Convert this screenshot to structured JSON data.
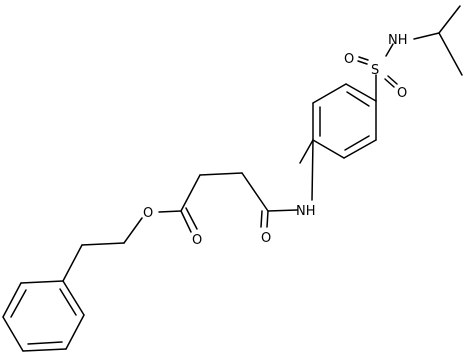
{
  "molecule": {
    "labels": {
      "sulfonamide_n": "NH",
      "sulfur": "S",
      "sulfonyl_o_left": "O",
      "sulfonyl_o_right": "O",
      "amide_n": "NH",
      "amide_o": "O",
      "ester_o_double": "O",
      "ester_o_single": "O"
    },
    "colors": {
      "bond": "#000000",
      "label": "#000000",
      "background": "#ffffff"
    }
  }
}
